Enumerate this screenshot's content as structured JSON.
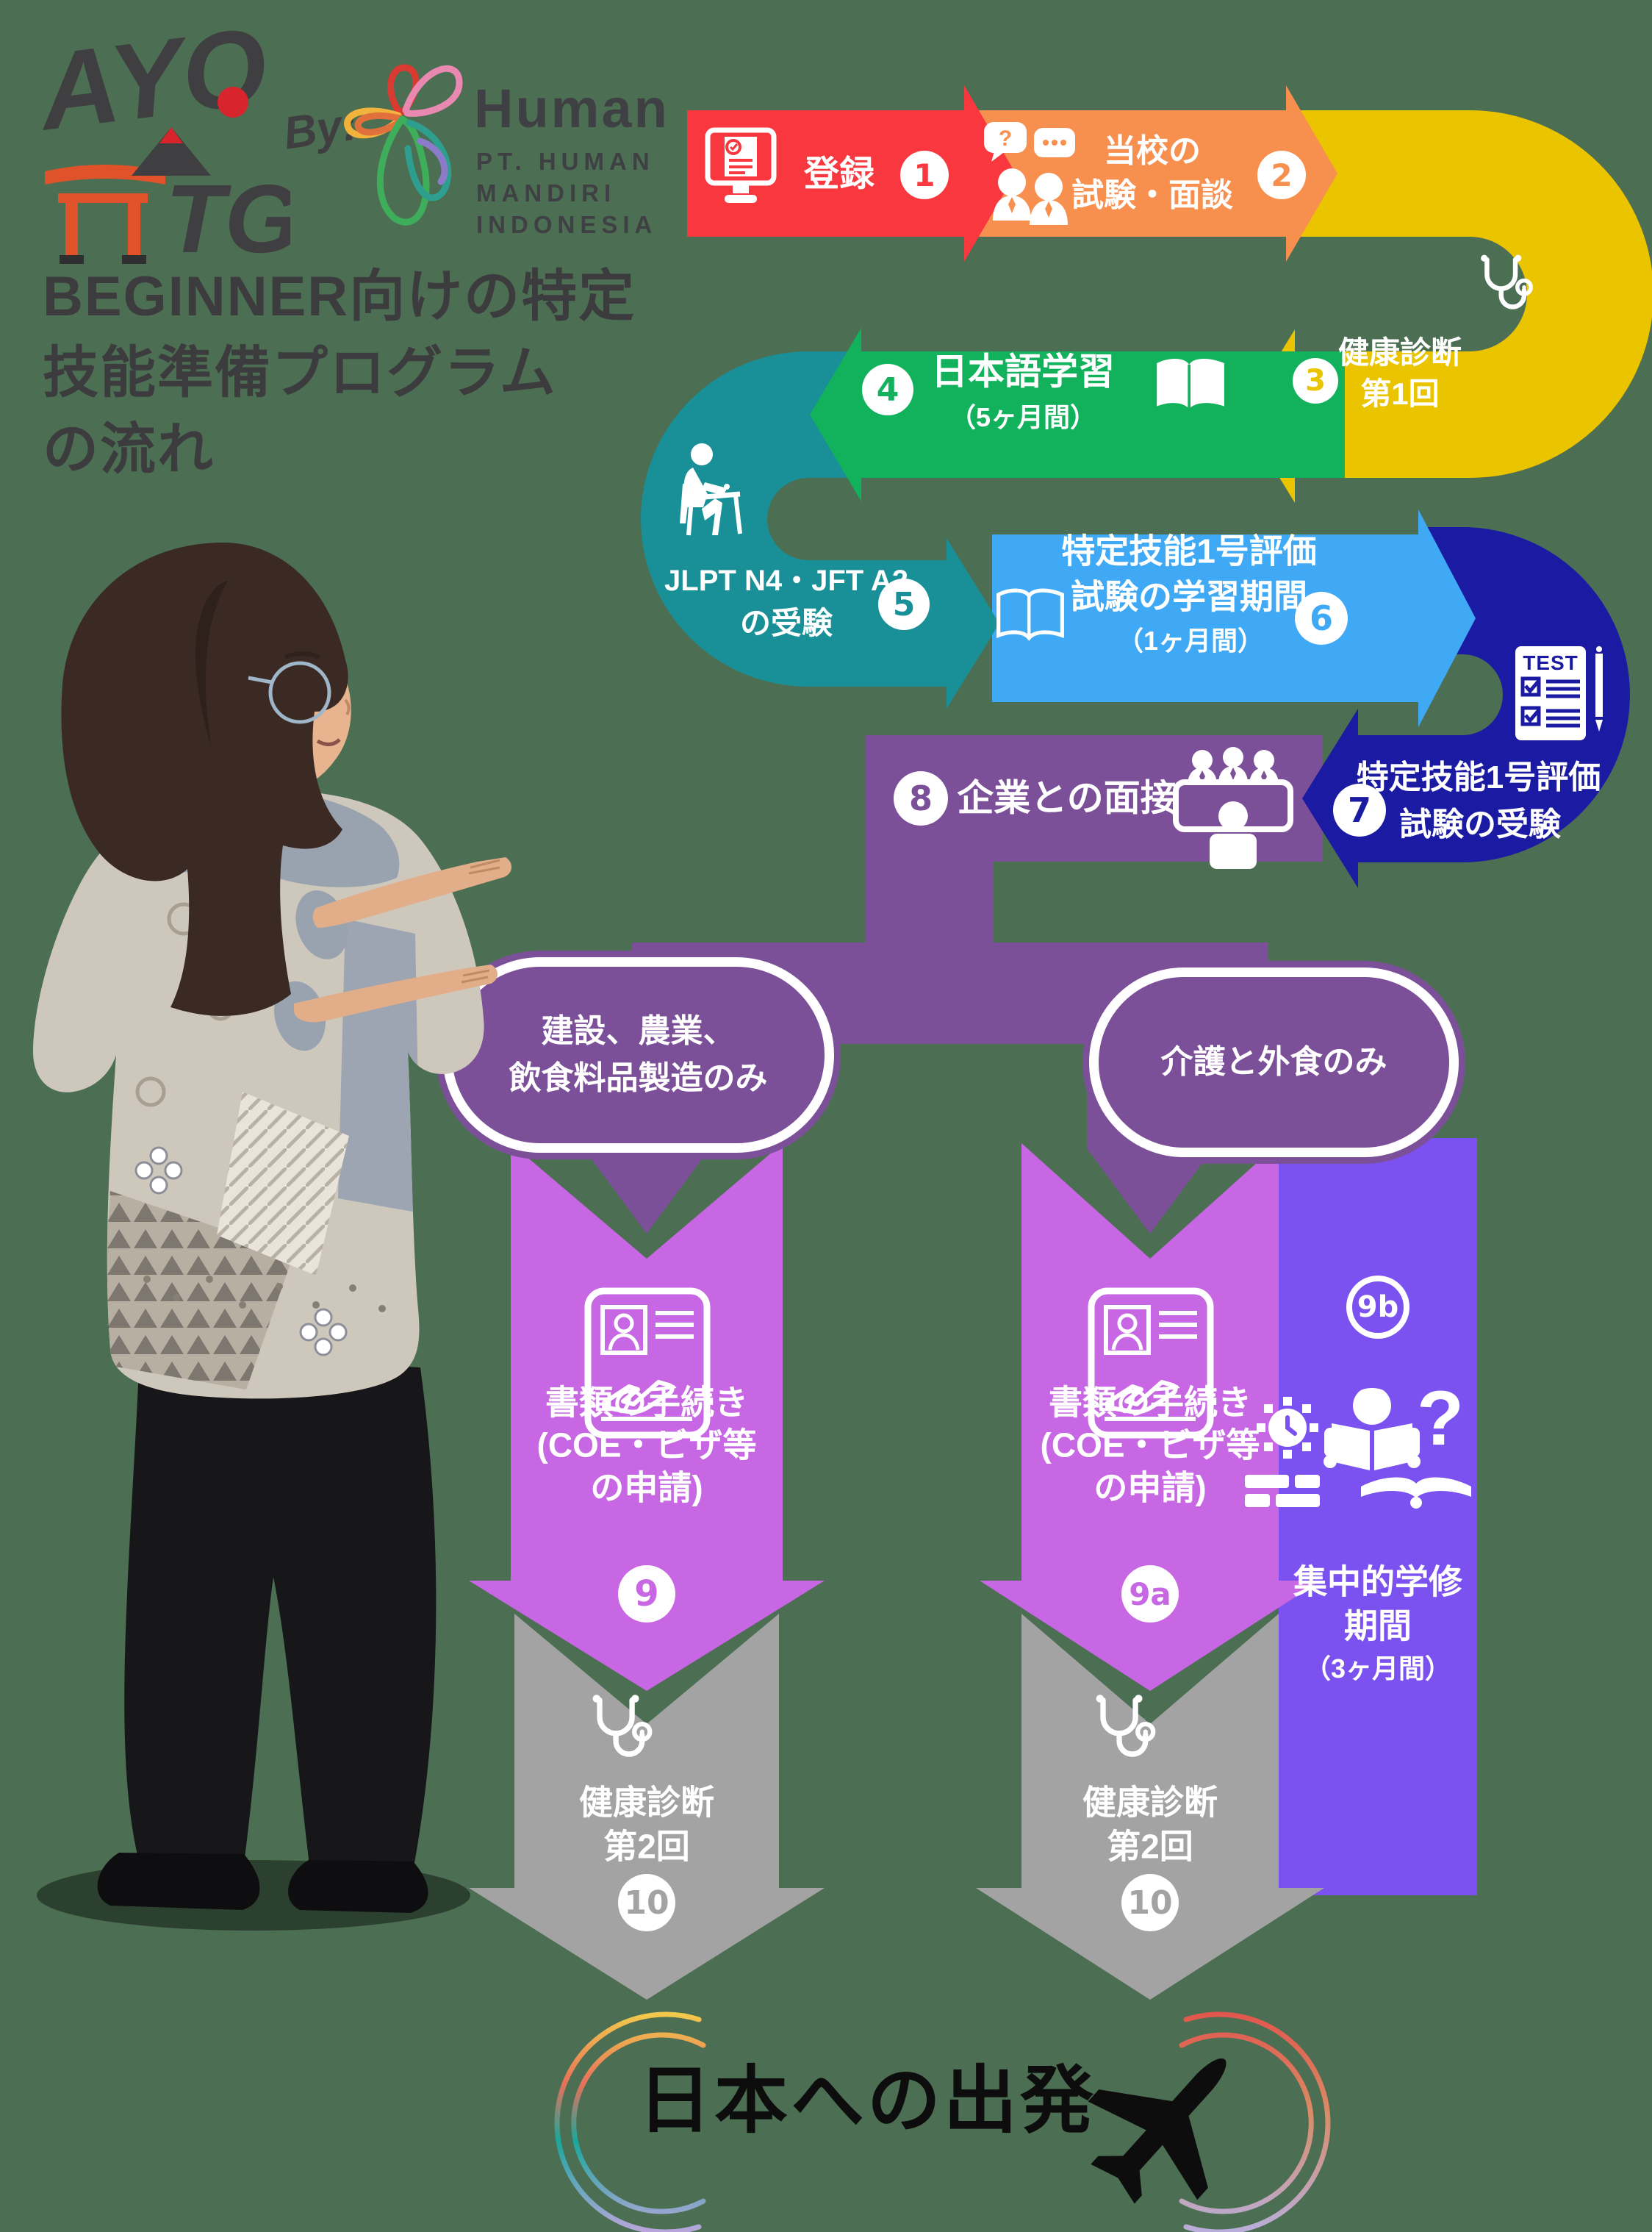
{
  "colors": {
    "bg": "#4C6E53",
    "red": "#F8373F",
    "orange": "#F78F4E",
    "yellow": "#EBC400",
    "green": "#12B25C",
    "teal": "#199097",
    "blue": "#3FA9F6",
    "navy": "#1B1AA3",
    "purple": "#7C5099",
    "orchid": "#C767E3",
    "violet": "#7B51F0",
    "gray": "#A3A3A3",
    "ink": "#3F3F41",
    "black": "#111111",
    "white": "#FFFFFF"
  },
  "brand": {
    "logo_text": "AYO",
    "logo_text2": "TG",
    "by": "By:",
    "partner": "Human",
    "partner_l1": "PT. HUMAN",
    "partner_l2": "MANDIRI",
    "partner_l3": "INDONESIA"
  },
  "title": {
    "l1": "BEGINNER向けの特定",
    "l2": "技能準備プログラム",
    "l3": "の流れ"
  },
  "icons": {
    "bubble_q": "?",
    "bubble_dots": "...",
    "big_question": "?"
  },
  "flow": {
    "s1": {
      "num": "1",
      "label": "登録"
    },
    "s2": {
      "num": "2",
      "l1": "当校の",
      "l2": "試験・面談"
    },
    "s3": {
      "num": "3",
      "l1": "健康診断",
      "l2": "第1回"
    },
    "s4": {
      "num": "4",
      "l1": "日本語学習",
      "l2": "（5ヶ月間）"
    },
    "s5": {
      "num": "5",
      "l1": "JLPT N4・JFT A2",
      "l2": "の受験"
    },
    "s6": {
      "num": "6",
      "l1": "特定技能1号評価",
      "l2": "試験の学習期間",
      "l3": "（1ヶ月間）"
    },
    "s7": {
      "num": "7",
      "test": "TEST",
      "l1": "特定技能1号評価",
      "l2": "試験の受験"
    },
    "s8": {
      "num": "8",
      "label": "企業との面接"
    }
  },
  "branches": {
    "left_pill": {
      "l1": "建設、農業、",
      "l2": "飲食料品製造のみ"
    },
    "right_pill": {
      "label": "介護と外食のみ"
    },
    "s9": {
      "num": "9",
      "l1": "書類の手続き",
      "l2": "(COE・ビザ等",
      "l3": "の申請)"
    },
    "s9a": {
      "num": "9a",
      "l1": "書類の手続き",
      "l2": "(COE・ビザ等",
      "l3": "の申請)"
    },
    "s9b": {
      "num": "9b",
      "l1": "集中的学修",
      "l2": "期間",
      "l3": "（3ヶ月間）"
    },
    "s10_left": {
      "num": "10",
      "l1": "健康診断",
      "l2": "第2回"
    },
    "s10_right": {
      "num": "10",
      "l1": "健康診断",
      "l2": "第2回"
    }
  },
  "departure": {
    "label": "日本への出発"
  }
}
